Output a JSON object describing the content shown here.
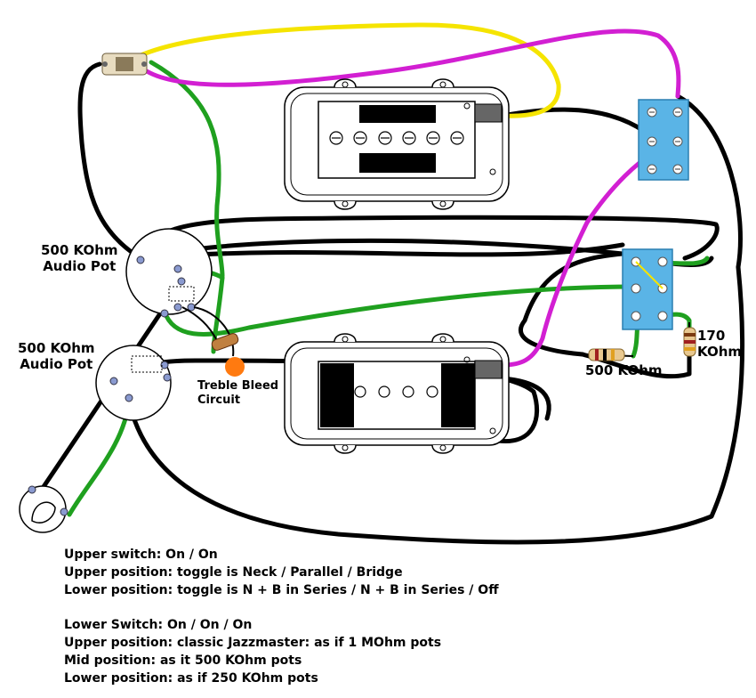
{
  "labels": {
    "upper_pot_line1": "500 KOhm",
    "upper_pot_line2": "Audio Pot",
    "lower_pot_line1": "500 KOhm",
    "lower_pot_line2": "Audio Pot",
    "treble_bleed_line1": "Treble Bleed",
    "treble_bleed_line2": "Circuit",
    "resistor_500": "500 KOhm",
    "resistor_170_line1": "170",
    "resistor_170_line2": "KOhm"
  },
  "notes": {
    "upper_switch": [
      "Upper switch: On / On",
      "Upper position: toggle is Neck / Parallel / Bridge",
      "Lower position: toggle is N + B in Series / N + B in Series / Off"
    ],
    "lower_switch": [
      "Lower Switch: On / On / On",
      "Upper position: classic Jazzmaster: as if 1 MOhm pots",
      "Mid position: as it 500 KOhm pots",
      "Lower position: as if 250 KOhm pots"
    ]
  },
  "colors": {
    "wire_black": "#000000",
    "wire_green": "#1fa01f",
    "wire_yellow": "#f5e400",
    "wire_magenta": "#d21fd2",
    "switch_blue": "#5ab4e6",
    "capacitor_orange": "#ff7a10"
  }
}
